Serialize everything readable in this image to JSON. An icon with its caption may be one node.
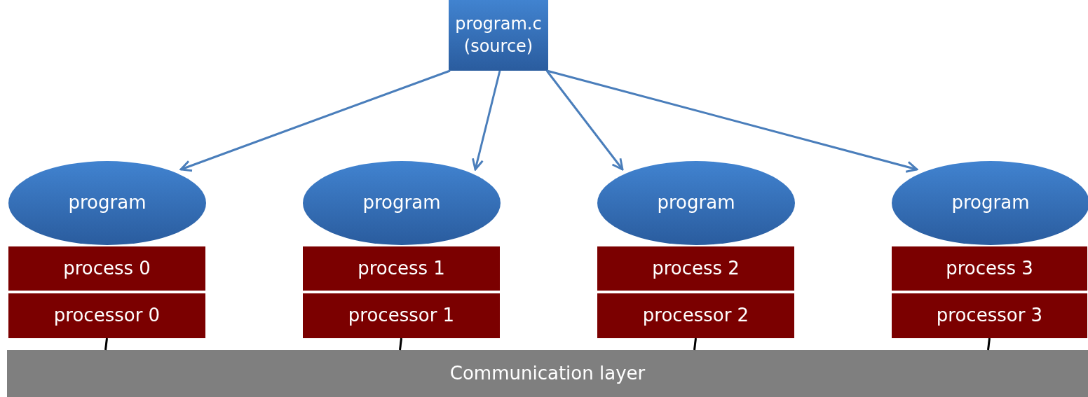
{
  "diagram": {
    "nodes": [
      {
        "text": [
          "program.c (source)"
        ]
      },
      {
        "text": [
          "program"
        ]
      },
      {
        "text": [
          "program"
        ]
      },
      {
        "text": [
          "program"
        ]
      },
      {
        "text": [
          "program"
        ]
      },
      {
        "text": [
          "process 0"
        ]
      },
      {
        "text": [
          "processor 0"
        ]
      },
      {
        "text": [
          "process 1"
        ]
      },
      {
        "text": [
          "processor 1"
        ]
      },
      {
        "text": [
          "process 2"
        ]
      },
      {
        "text": [
          "processor 2"
        ]
      },
      {
        "text": [
          "process 3"
        ]
      },
      {
        "text": [
          "processor 3"
        ]
      },
      {
        "text": [
          "Communication layer"
        ]
      }
    ],
    "edges": [
      {
        "from": 0,
        "to": 1,
        "arrow": "to"
      },
      {
        "from": 0,
        "to": 2,
        "arrow": "to"
      },
      {
        "from": 0,
        "to": 3,
        "arrow": "to"
      },
      {
        "from": 0,
        "to": 4,
        "arrow": "to"
      },
      {
        "from": 6,
        "to": 13,
        "arrow": "none",
        "color": "#000000"
      },
      {
        "from": 8,
        "to": 13,
        "arrow": "none",
        "color": "#000000"
      },
      {
        "from": 10,
        "to": 13,
        "arrow": "none",
        "color": "#000000"
      },
      {
        "from": 12,
        "to": 13,
        "arrow": "none",
        "color": "#000000"
      }
    ]
  }
}
